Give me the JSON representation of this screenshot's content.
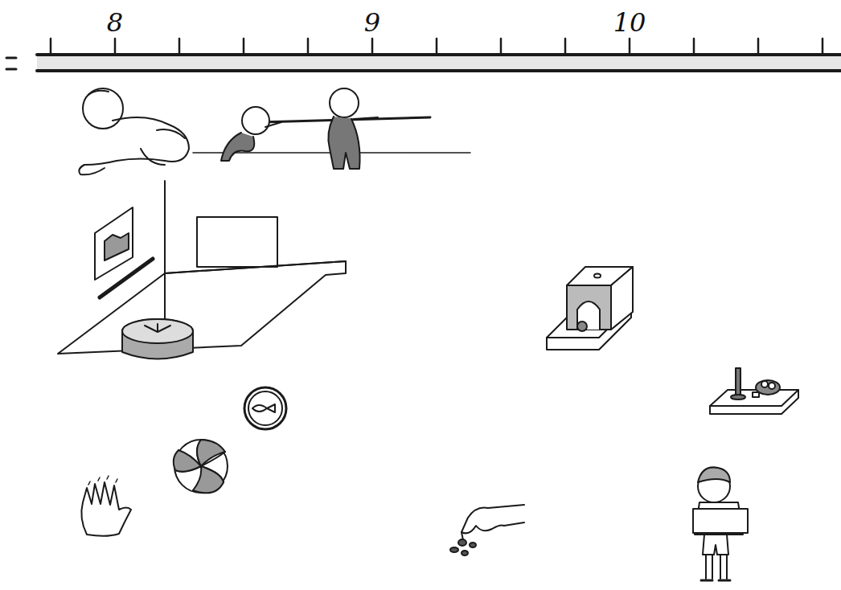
{
  "diagram": {
    "labels": [
      "8",
      "9",
      "10"
    ]
  }
}
